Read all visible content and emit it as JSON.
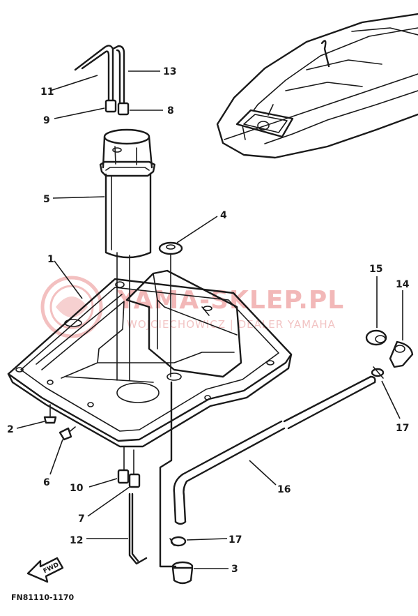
{
  "watermark": {
    "brand": "YAMA-SKLEP.PL",
    "dealer": "WOJCIECHOWICZ | DEALER YAMAHA",
    "color": "#f2b8b8"
  },
  "callouts": [
    {
      "id": "1",
      "label": "1"
    },
    {
      "id": "2",
      "label": "2"
    },
    {
      "id": "3",
      "label": "3"
    },
    {
      "id": "4",
      "label": "4"
    },
    {
      "id": "5",
      "label": "5"
    },
    {
      "id": "6",
      "label": "6"
    },
    {
      "id": "7",
      "label": "7"
    },
    {
      "id": "8",
      "label": "8"
    },
    {
      "id": "9",
      "label": "9"
    },
    {
      "id": "10",
      "label": "10"
    },
    {
      "id": "11",
      "label": "11"
    },
    {
      "id": "12",
      "label": "12"
    },
    {
      "id": "13",
      "label": "13"
    },
    {
      "id": "14",
      "label": "14"
    },
    {
      "id": "15",
      "label": "15"
    },
    {
      "id": "16",
      "label": "16"
    },
    {
      "id": "17a",
      "label": "17"
    },
    {
      "id": "17b",
      "label": "17"
    }
  ],
  "direction_marker": "FWD",
  "figure_code": "FN81110-1170"
}
